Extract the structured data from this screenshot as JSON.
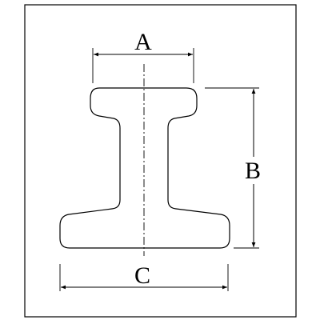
{
  "diagram": {
    "labels": {
      "top_width": "A",
      "height": "B",
      "base_width": "C"
    },
    "colors": {
      "line": "#000000",
      "background": "#ffffff"
    }
  }
}
